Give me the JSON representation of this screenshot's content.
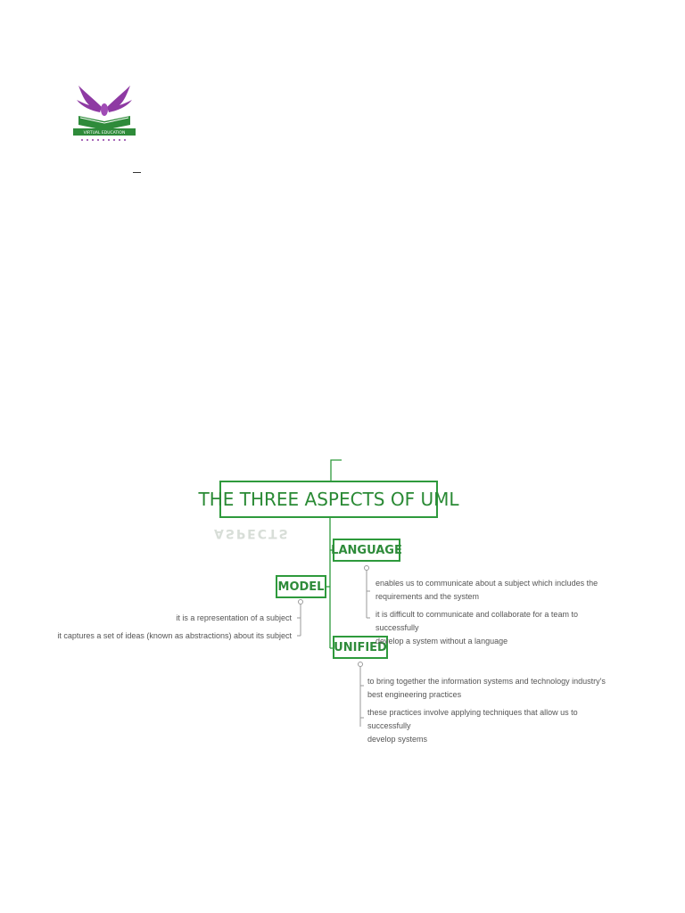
{
  "page": {
    "background": "#ffffff"
  },
  "logo": {
    "icon": "university-crest-logo",
    "colors": {
      "wings": "#8e3aa3",
      "book": "#2e8b3a",
      "banner": "#2e8b3a"
    },
    "banner_text": "VIRTUAL EDUCATION"
  },
  "diagram": {
    "accent": "#2e9a3c",
    "root": {
      "label": "THE THREE ASPECTS OF UML"
    },
    "mirror_text": "ASPECTS",
    "branches": {
      "language": {
        "label": "LANGUAGE",
        "notes": [
          {
            "line1": "enables us to communicate about a subject which includes the",
            "line2": "requirements and the system"
          },
          {
            "line1": "it is difficult to communicate and collaborate for a team to successfully",
            "line2": "develop a system without a language"
          }
        ]
      },
      "model": {
        "label": "MODEL",
        "notes": [
          {
            "line1": "it is a representation of a subject"
          },
          {
            "line1": "it captures a set of ideas (known as abstractions) about its subject"
          }
        ]
      },
      "unified": {
        "label": "UNIFIED",
        "notes": [
          {
            "line1": "to bring together the information systems and technology industry's",
            "line2": "best engineering practices"
          },
          {
            "line1": "these practices involve applying techniques that allow us to successfully",
            "line2": "develop systems"
          }
        ]
      }
    }
  }
}
